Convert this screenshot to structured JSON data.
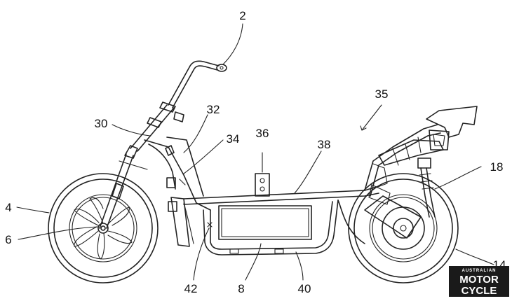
{
  "labels": {
    "l2": "2",
    "l35": "35",
    "l32": "32",
    "l30": "30",
    "l34": "34",
    "l36": "36",
    "l38": "38",
    "l18": "18",
    "l4": "4",
    "l6": "6",
    "l14": "14",
    "l42": "42",
    "l8": "8",
    "l40": "40"
  },
  "watermark": {
    "top": "AUSTRALIAN",
    "line1": "MOTOR",
    "line2": "CYCLE"
  },
  "colors": {
    "line": "#222222",
    "watermark_bg": "#1a1a1a",
    "watermark_fg": "#ffffff"
  }
}
